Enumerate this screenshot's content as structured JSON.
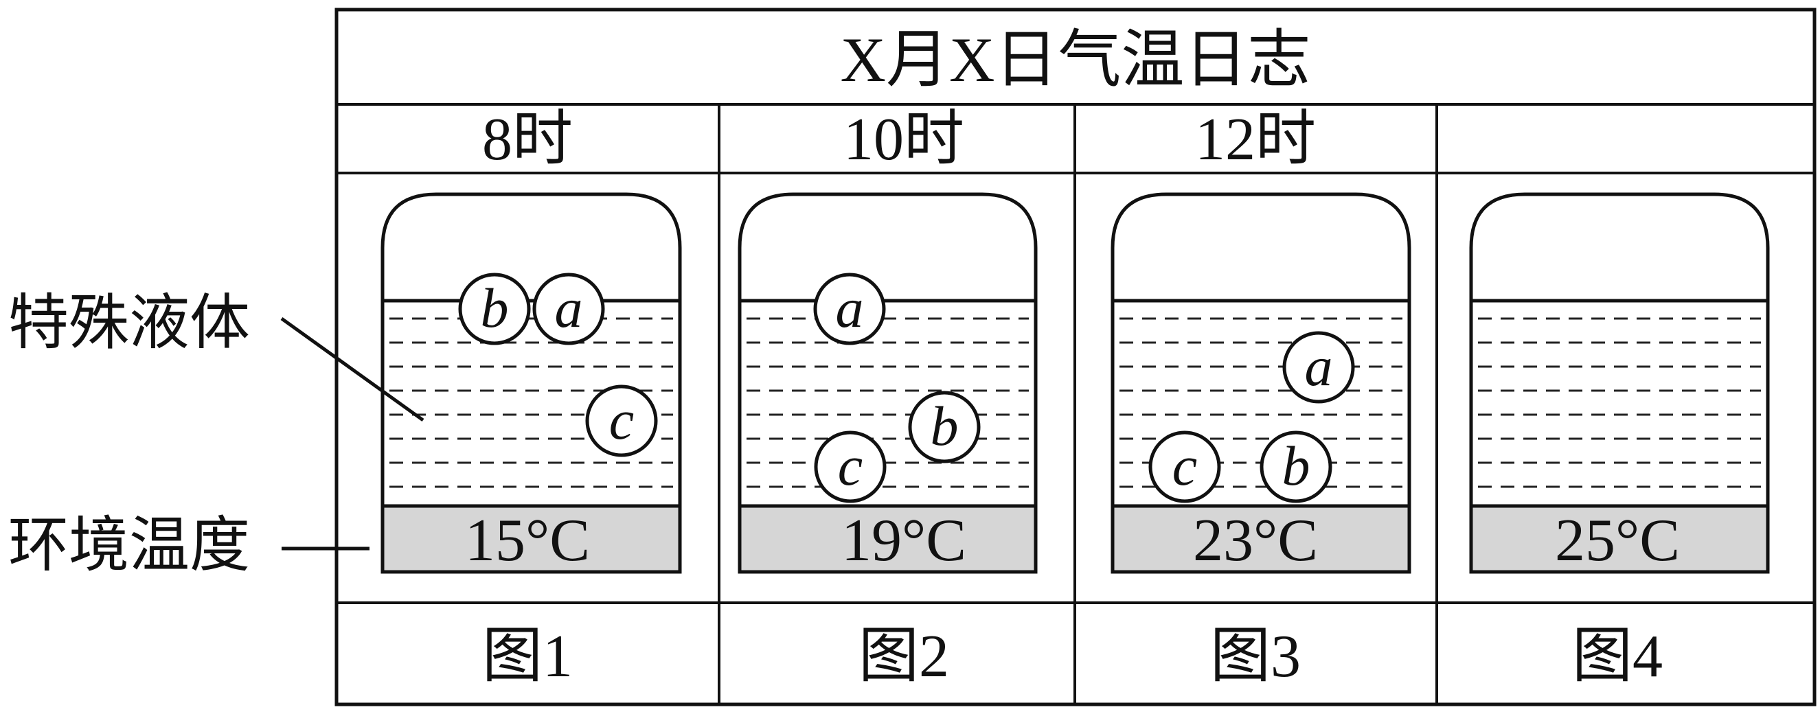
{
  "title": "X月X日气温日志",
  "callouts": {
    "liquid_label": "特殊液体",
    "temperature_label": "环境温度"
  },
  "panels": [
    {
      "time": "8时",
      "temperature": "15°C",
      "caption": "图1",
      "balls": [
        {
          "label": "b",
          "position": "at liquid surface"
        },
        {
          "label": "a",
          "position": "at liquid surface"
        },
        {
          "label": "c",
          "position": "mid liquid"
        }
      ]
    },
    {
      "time": "10时",
      "temperature": "19°C",
      "caption": "图2",
      "balls": [
        {
          "label": "a",
          "position": "at liquid surface"
        },
        {
          "label": "b",
          "position": "mid liquid"
        },
        {
          "label": "c",
          "position": "lower liquid"
        }
      ]
    },
    {
      "time": "12时",
      "temperature": "23°C",
      "caption": "图3",
      "balls": [
        {
          "label": "a",
          "position": "mid liquid"
        },
        {
          "label": "c",
          "position": "near bottom"
        },
        {
          "label": "b",
          "position": "near bottom"
        }
      ]
    },
    {
      "time": "",
      "temperature": "25°C",
      "caption": "图4",
      "balls": []
    }
  ]
}
